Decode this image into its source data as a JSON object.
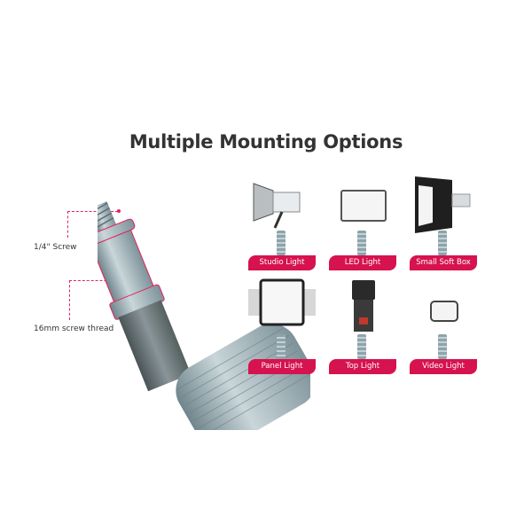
{
  "title": "Multiple Mounting Options",
  "callouts": [
    {
      "label": "1/4\" Screw"
    },
    {
      "label": "16mm screw thread"
    }
  ],
  "products": [
    {
      "label": "Studio Light",
      "icon": "studio-light-icon"
    },
    {
      "label": "LED Light",
      "icon": "led-light-icon"
    },
    {
      "label": "Small Soft Box",
      "icon": "soft-box-icon"
    },
    {
      "label": "Panel Light",
      "icon": "panel-light-icon"
    },
    {
      "label": "Top Light",
      "icon": "flash-light-icon"
    },
    {
      "label": "Video Light",
      "icon": "video-light-icon"
    }
  ],
  "colors": {
    "accent": "#d6124f",
    "dashed_line": "#e0245e",
    "title": "#333333",
    "metal": "#9fb2b8"
  }
}
